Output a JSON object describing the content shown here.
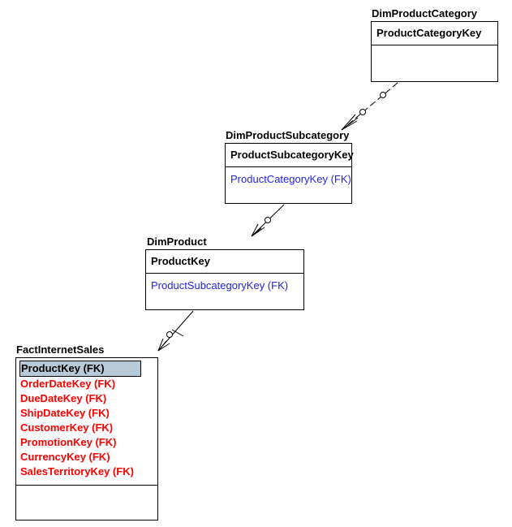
{
  "entities": {
    "dim_product_category": {
      "title": "DimProductCategory",
      "primary_key": "ProductCategoryKey",
      "attributes": []
    },
    "dim_product_subcategory": {
      "title": "DimProductSubcategory",
      "primary_key": "ProductSubcategoryKey",
      "attributes": [
        "ProductCategoryKey (FK)"
      ]
    },
    "dim_product": {
      "title": "DimProduct",
      "primary_key": "ProductKey",
      "attributes": [
        "ProductSubcategoryKey (FK)"
      ]
    },
    "fact_internet_sales": {
      "title": "FactInternetSales",
      "keys": [
        "ProductKey (FK)",
        "OrderDateKey (FK)",
        "DueDateKey (FK)",
        "ShipDateKey (FK)",
        "CustomerKey (FK)",
        "PromotionKey (FK)",
        "CurrencyKey (FK)",
        "SalesTerritoryKey (FK)"
      ]
    }
  },
  "colors": {
    "fk_attribute": "#2323e0",
    "fact_fk": "#ff0000",
    "selection": "#b8cad8"
  }
}
